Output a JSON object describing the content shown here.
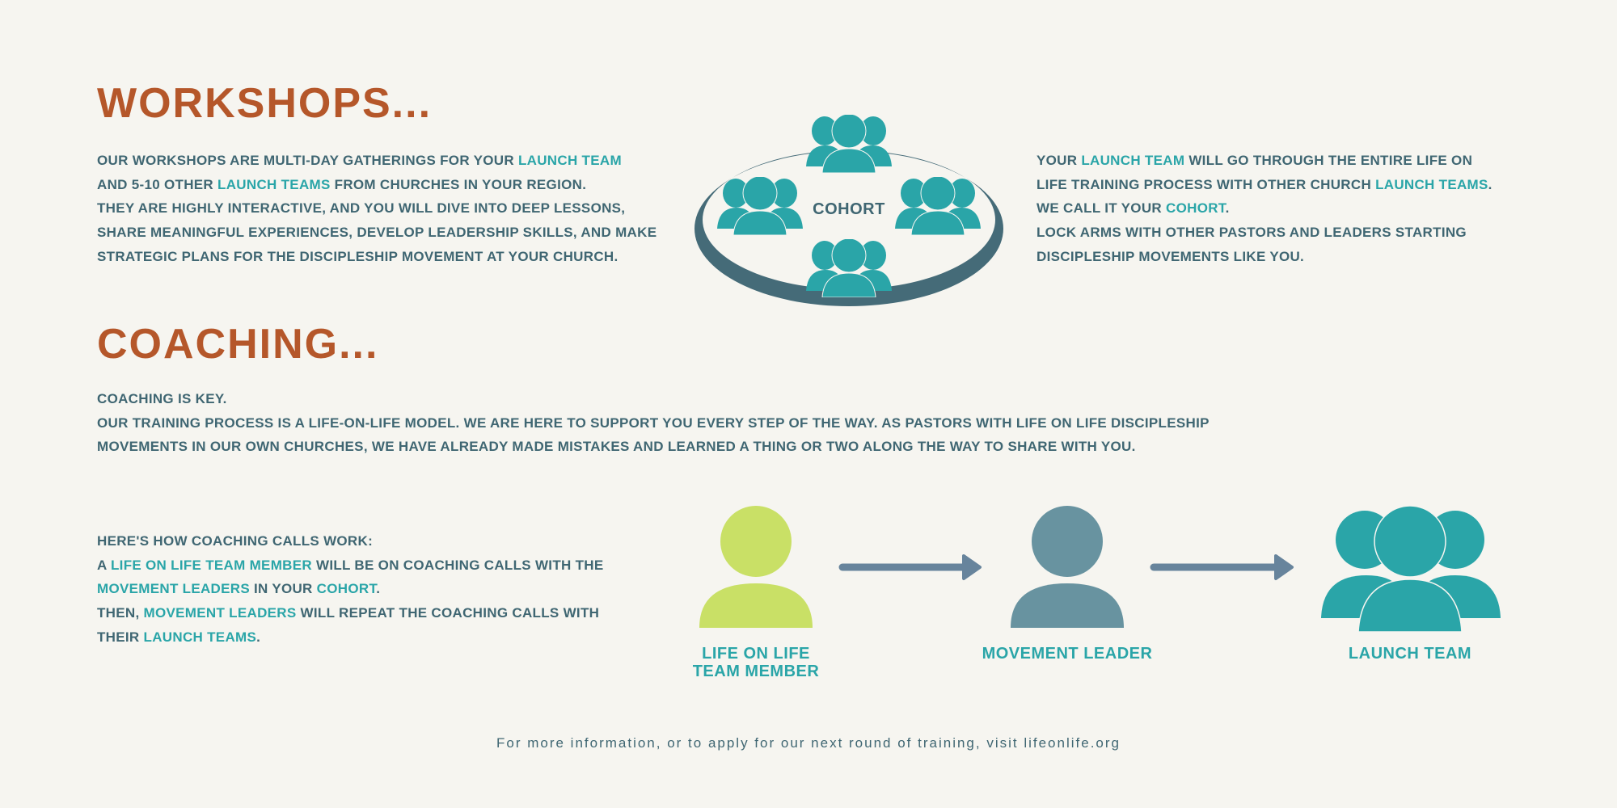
{
  "workshops": {
    "title": "WORKSHOPS...",
    "lines": [
      [
        "Our workshops are multi-day gatherings for your ",
        "Launch Team",
        ""
      ],
      [
        "and 5-10 other ",
        "Launch Teams",
        " from churches in your region."
      ],
      [
        "They are highly interactive, and you will dive into deep lessons,"
      ],
      [
        "share meaningful experiences, develop leadership skills, and make"
      ],
      [
        "strategic plans for the discipleship movement at your church."
      ]
    ]
  },
  "cohort": {
    "label": "COHORT",
    "lines": [
      [
        "Your ",
        "Launch Team",
        " will go through the entire Life on"
      ],
      [
        "Life training process with other church ",
        "Launch Teams",
        "."
      ],
      [
        "We call it your ",
        "Cohort",
        "."
      ],
      [
        "Lock arms with other pastors and leaders starting"
      ],
      [
        "discipleship movements like you."
      ]
    ]
  },
  "coaching": {
    "title": "COACHING...",
    "lines": [
      [
        "Coaching is key."
      ],
      [
        "Our training process is a life-on-life model. We are here to support you every step of the way. As pastors with Life on Life discipleship"
      ],
      [
        "movements in our own churches, we have already made mistakes and learned a thing or two along the way to share with you."
      ]
    ],
    "calls_lines": [
      [
        "Here's how coaching calls work:"
      ],
      [
        "A ",
        "Life on Life Team Member",
        " will be on coaching calls with the"
      ],
      [
        "",
        "Movement Leaders",
        " in your ",
        "Cohort",
        "."
      ],
      [
        "Then, ",
        "Movement Leaders",
        " will repeat the coaching calls with"
      ],
      [
        "their ",
        "Launch Teams",
        "."
      ]
    ]
  },
  "flow": {
    "step1": [
      "LIFE ON LIFE",
      "TEAM MEMBER"
    ],
    "step2": "MOVEMENT LEADER",
    "step3": "LAUNCH TEAM"
  },
  "footer": "For more information, or to apply for our next round of training, visit lifeonlife.org",
  "colors": {
    "title": "#b5572a",
    "text": "#3f6672",
    "accent": "#2aa5a8",
    "lime": "#c9e066",
    "leader": "#6893a0",
    "arrow": "#67849c",
    "ring": "#456b78",
    "background": "#f6f5f0"
  }
}
